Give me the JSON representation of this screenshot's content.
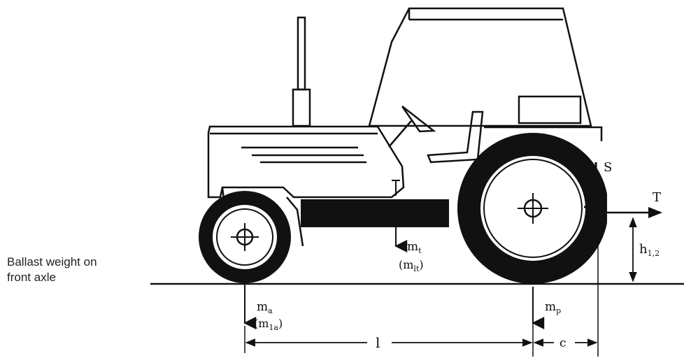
{
  "caption": {
    "line1": "Ballast weight on",
    "line2": "front axle"
  },
  "labels": {
    "m_t": "m",
    "m_t_sub": "t",
    "m_lt": "(m",
    "m_lt_sub": "lt",
    "m_lt_close": ")",
    "m_a": "m",
    "m_a_sub": "a",
    "m_1a": "(m",
    "m_1a_sub": "1a",
    "m_1a_close": ")",
    "m_p": "m",
    "m_p_sub": "p",
    "S": "S",
    "T": "T",
    "h": "h",
    "h_sub": "1,2",
    "l": "l",
    "c": "c"
  },
  "colors": {
    "ink": "#111111",
    "paper": "#ffffff"
  }
}
